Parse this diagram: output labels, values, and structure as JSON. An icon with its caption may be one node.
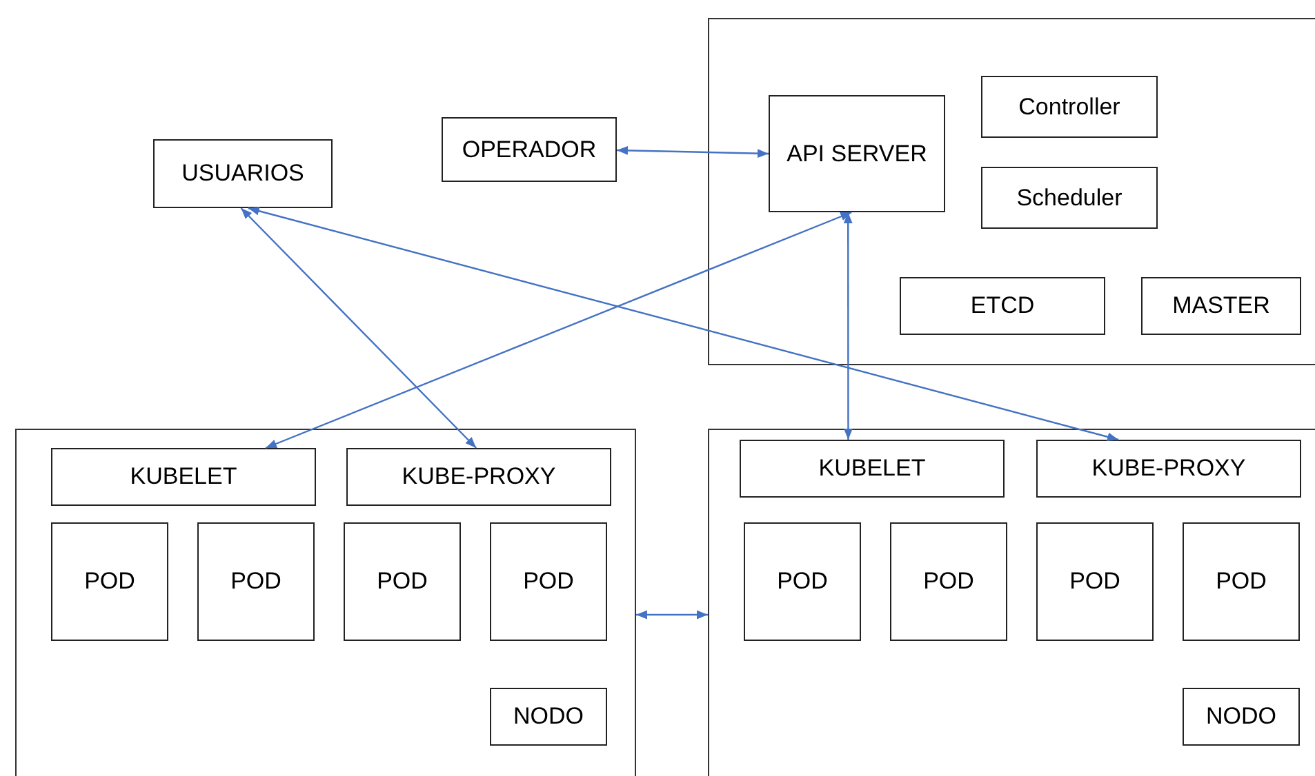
{
  "diagram": {
    "nodes": [
      {
        "text": [],
        "shape": "box"
      },
      {
        "text": [
          "API SERVER"
        ],
        "in": 0
      },
      {
        "text": [
          "Controller"
        ],
        "in": 0
      },
      {
        "text": [
          "Scheduler"
        ],
        "in": 0
      },
      {
        "text": [
          "ETCD"
        ],
        "in": 0
      },
      {
        "text": [
          "MASTER"
        ],
        "in": 0
      },
      {
        "text": [
          "USUARIOS"
        ]
      },
      {
        "text": [
          "OPERADOR"
        ]
      },
      {
        "text": [],
        "shape": "box"
      },
      {
        "text": [
          "KUBELET"
        ],
        "in": 8
      },
      {
        "text": [
          "KUBE-PROXY"
        ],
        "in": 8
      },
      {
        "text": [
          "POD"
        ],
        "in": 8
      },
      {
        "text": [
          "POD"
        ],
        "in": 8
      },
      {
        "text": [
          "POD"
        ],
        "in": 8
      },
      {
        "text": [
          "POD"
        ],
        "in": 8
      },
      {
        "text": [
          "NODO"
        ],
        "in": 8
      },
      {
        "text": [],
        "shape": "box"
      },
      {
        "text": [
          "KUBELET"
        ],
        "in": 16
      },
      {
        "text": [
          "KUBE-PROXY"
        ],
        "in": 16
      },
      {
        "text": [
          "POD"
        ],
        "in": 16
      },
      {
        "text": [
          "POD"
        ],
        "in": 16
      },
      {
        "text": [
          "POD"
        ],
        "in": 16
      },
      {
        "text": [
          "POD"
        ],
        "in": 16
      },
      {
        "text": [
          "NODO"
        ],
        "in": 16
      }
    ],
    "edges": [
      {
        "from": 7,
        "to": 1,
        "arrow": "both"
      },
      {
        "from": 6,
        "to": 10,
        "arrow": "both"
      },
      {
        "from": 6,
        "to": 18,
        "arrow": "both"
      },
      {
        "from": 1,
        "to": 9,
        "arrow": "both"
      },
      {
        "from": 1,
        "to": 17,
        "arrow": "both"
      },
      {
        "from": 8,
        "to": 16,
        "arrow": "both"
      }
    ]
  }
}
